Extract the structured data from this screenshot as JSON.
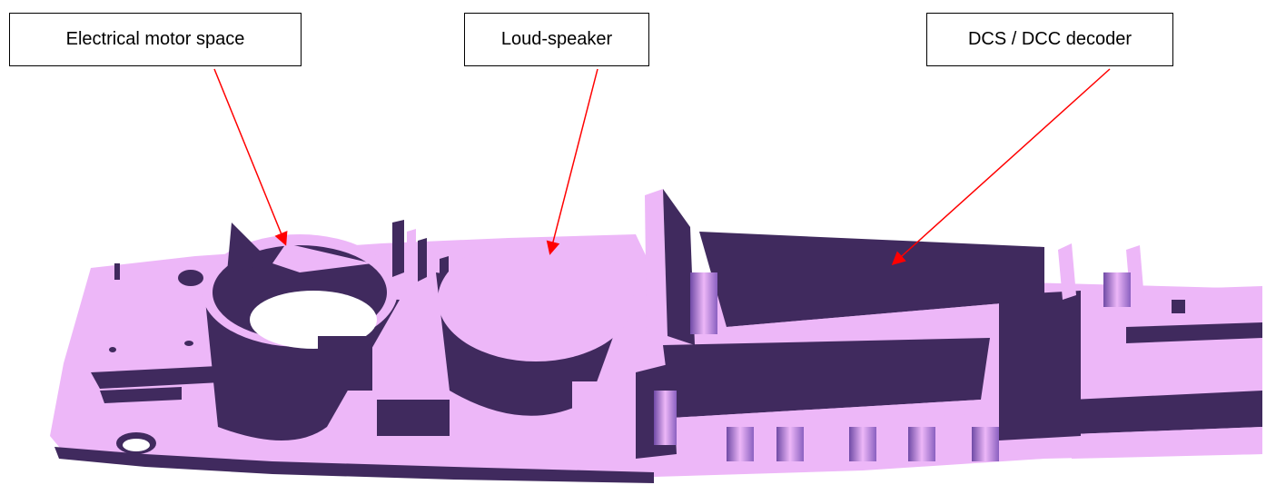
{
  "diagram": {
    "labels": {
      "motor": "Electrical motor space",
      "speaker": "Loud-speaker",
      "decoder": "DCS / DCC decoder"
    },
    "colors": {
      "body_light": "#EDB7F8",
      "body_dark": "#402A5E",
      "accent_mid": "#7A4FB0",
      "arrow": "#FF0000"
    }
  }
}
